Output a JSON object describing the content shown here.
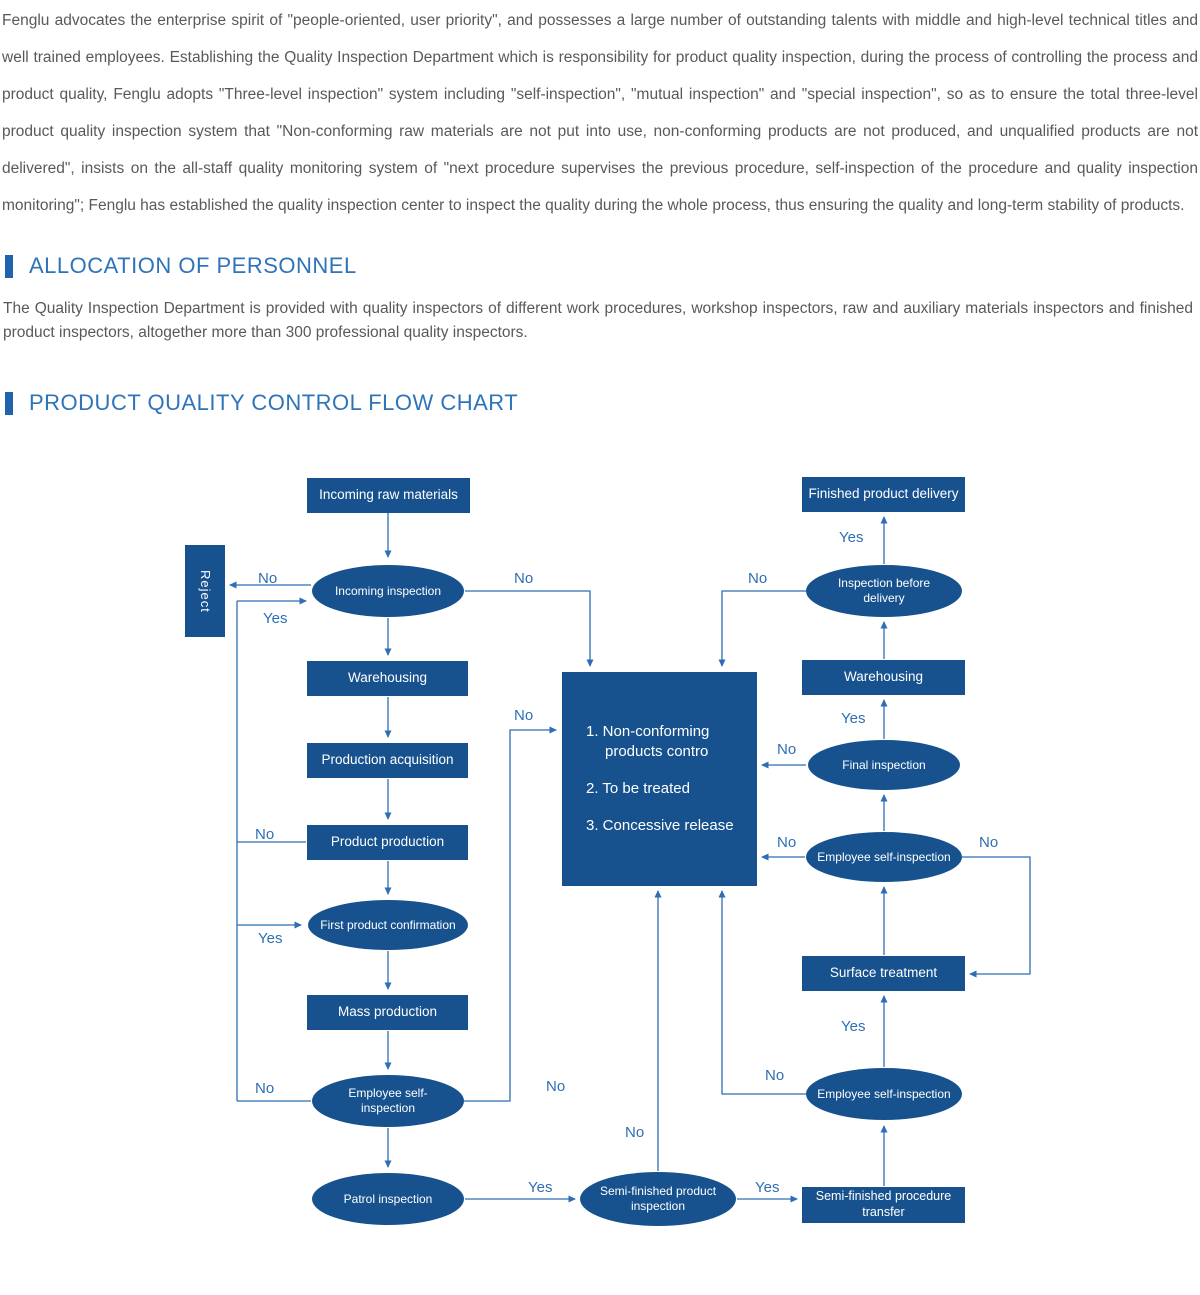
{
  "intro": {
    "text": "Fenglu advocates the enterprise spirit of \"people-oriented, user priority\", and possesses a large number of outstanding talents with middle and high-level technical titles and well trained employees. Establishing the Quality Inspection Department which is responsibility for product quality inspection, during the process of controlling the process and product quality, Fenglu adopts \"Three-level inspection\" system including \"self-inspection\", \"mutual inspection\" and \"special inspection\", so as to ensure the total three-level product quality inspection system that \"Non-conforming raw materials are not put into use, non-conforming products are not produced, and unqualified products are not delivered\", insists on the all-staff quality monitoring system of \"next procedure supervises the previous procedure, self-inspection of the procedure and quality inspection monitoring\"; Fenglu has established the quality inspection center to inspect the quality during the whole process, thus ensuring the quality and long-term stability of products."
  },
  "sections": {
    "personnel": {
      "title": "ALLOCATION OF PERSONNEL",
      "body": "The Quality Inspection Department is provided with quality inspectors of different work procedures, workshop inspectors, raw and auxiliary materials inspectors and finished product inspectors, altogether more than 300 professional quality inspectors."
    },
    "flowchart_section": {
      "title": "PRODUCT QUALITY CONTROL FLOW CHART"
    }
  },
  "flowchart": {
    "nodes": [
      {
        "label": "Incoming raw materials",
        "shape": "rect"
      },
      {
        "label": "Incoming inspection",
        "shape": "ellipse"
      },
      {
        "label": "Warehousing",
        "shape": "rect"
      },
      {
        "label": "Production acquisition",
        "shape": "rect"
      },
      {
        "label": "Product production",
        "shape": "rect"
      },
      {
        "label": "First product confirmation",
        "shape": "ellipse"
      },
      {
        "label": "Mass production",
        "shape": "rect"
      },
      {
        "label": "Employee self-inspection",
        "shape": "ellipse"
      },
      {
        "label": "Patrol inspection",
        "shape": "ellipse"
      },
      {
        "label": "Reject",
        "shape": "rect-vertical"
      },
      {
        "label": "Semi-finished product inspection",
        "shape": "ellipse"
      },
      {
        "label": "Finished product delivery",
        "shape": "rect"
      },
      {
        "label": "Inspection before delivery",
        "shape": "ellipse"
      },
      {
        "label": "Warehousing",
        "shape": "rect"
      },
      {
        "label": "Final inspection",
        "shape": "ellipse"
      },
      {
        "label": "Employee self-inspection",
        "shape": "ellipse"
      },
      {
        "label": "Surface treatment",
        "shape": "rect"
      },
      {
        "label": "Employee self-inspection",
        "shape": "ellipse"
      },
      {
        "label": "Semi-finished procedure transfer",
        "shape": "rect"
      }
    ],
    "control_box": {
      "items": [
        "1. Non-conforming products contro",
        "2. To be treated",
        "3. Concessive release"
      ]
    },
    "edge_labels": [
      "No",
      "Yes",
      "No",
      "No",
      "Yes",
      "No",
      "Yes",
      "No",
      "No",
      "No",
      "No",
      "Yes",
      "No",
      "No",
      "Yes",
      "No",
      "No",
      "Yes",
      "Yes"
    ]
  },
  "colors": {
    "node_fill": "#17528f",
    "line": "#2f6eb4",
    "heading": "#2f74b9",
    "heading_bar": "#1f63ae",
    "body_text": "#58595b"
  }
}
